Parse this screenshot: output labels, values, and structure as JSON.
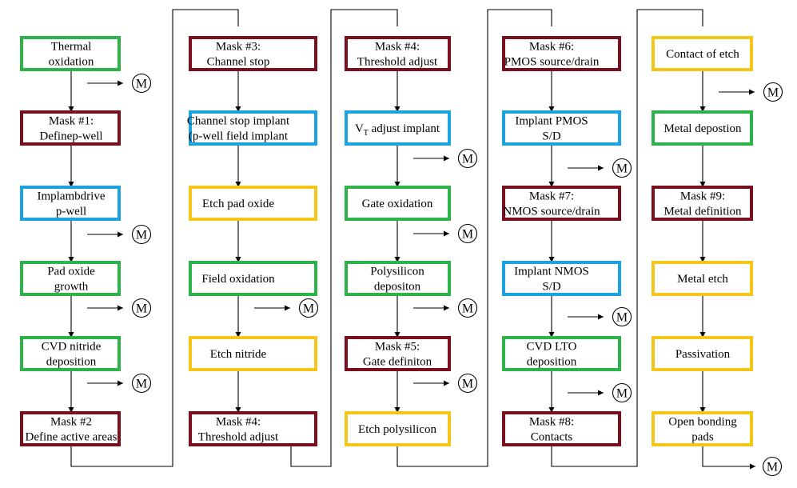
{
  "colors": {
    "oxidation": "#2db34a",
    "mask": "#7a0f1e",
    "implant": "#1aa3e0",
    "etch": "#f5c518",
    "line": "#000000"
  },
  "metrology_label": "M",
  "columns": [
    {
      "steps": [
        {
          "kind": "oxidation",
          "lines": [
            "Thermal",
            "oxidation"
          ]
        },
        {
          "kind": "mask",
          "lines": [
            "Mask #1:",
            "Definep-well"
          ]
        },
        {
          "kind": "implant",
          "lines": [
            "Implambdrive",
            "p-well"
          ]
        },
        {
          "kind": "oxidation",
          "lines": [
            "Pad oxide",
            "growth"
          ]
        },
        {
          "kind": "oxidation",
          "lines": [
            "CVD nitride",
            "deposition"
          ]
        },
        {
          "kind": "mask",
          "lines": [
            "Mask #2",
            "Define active areas"
          ]
        }
      ]
    },
    {
      "steps": [
        {
          "kind": "mask",
          "lines": [
            "Mask #3:",
            "Channel stop"
          ]
        },
        {
          "kind": "implant",
          "lines": [
            "Channel stop implant",
            "(p-well field implant"
          ]
        },
        {
          "kind": "etch",
          "lines": [
            "Etch pad oxide"
          ]
        },
        {
          "kind": "oxidation",
          "lines": [
            "Field oxidation"
          ]
        },
        {
          "kind": "etch",
          "lines": [
            "Etch nitride"
          ]
        },
        {
          "kind": "mask",
          "lines": [
            "Mask #4:",
            "Threshold adjust"
          ]
        }
      ]
    },
    {
      "steps": [
        {
          "kind": "mask",
          "lines": [
            "Mask #4:",
            "Threshold adjust"
          ]
        },
        {
          "kind": "implant",
          "lines": [
            "VT adjust implant"
          ]
        },
        {
          "kind": "oxidation",
          "lines": [
            "Gate oxidation"
          ]
        },
        {
          "kind": "oxidation",
          "lines": [
            "Polysilicon",
            "depositon"
          ]
        },
        {
          "kind": "mask",
          "lines": [
            "Mask #5:",
            "Gate definiton"
          ]
        },
        {
          "kind": "etch",
          "lines": [
            "Etch polysilicon"
          ]
        }
      ]
    },
    {
      "steps": [
        {
          "kind": "mask",
          "lines": [
            "Mask #6:",
            "PMOS source/drain"
          ]
        },
        {
          "kind": "implant",
          "lines": [
            "Implant PMOS",
            "S/D"
          ]
        },
        {
          "kind": "mask",
          "lines": [
            "Mask #7:",
            "NMOS source/drain"
          ]
        },
        {
          "kind": "implant",
          "lines": [
            "Implant NMOS",
            "S/D"
          ]
        },
        {
          "kind": "oxidation",
          "lines": [
            "CVD LTO",
            "deposition"
          ]
        },
        {
          "kind": "mask",
          "lines": [
            "Mask #8:",
            "Contacts"
          ]
        }
      ]
    },
    {
      "steps": [
        {
          "kind": "etch",
          "lines": [
            "Contact of etch"
          ]
        },
        {
          "kind": "oxidation",
          "lines": [
            "Metal depostion"
          ]
        },
        {
          "kind": "mask",
          "lines": [
            "Mask #9:",
            "Metal definition"
          ]
        },
        {
          "kind": "etch",
          "lines": [
            "Metal etch"
          ]
        },
        {
          "kind": "etch",
          "lines": [
            "Passivation"
          ]
        },
        {
          "kind": "etch",
          "lines": [
            "Open bonding",
            "pads"
          ]
        }
      ]
    }
  ]
}
